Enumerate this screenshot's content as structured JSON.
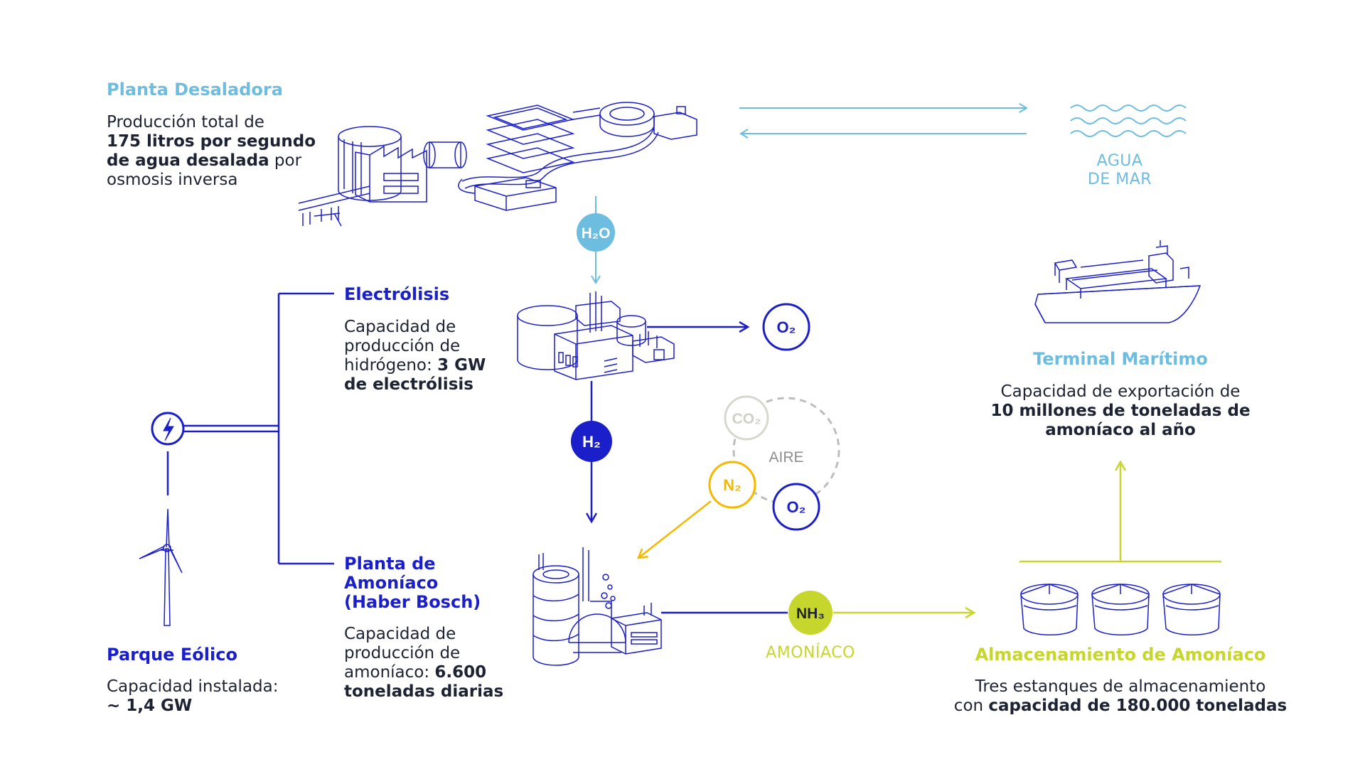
{
  "colors": {
    "light_blue": "#6cbde0",
    "navy": "#1b1fc9",
    "yellow": "#f5b800",
    "lime": "#c7d62c",
    "gray": "#c8c8c8",
    "text": "#1d2333"
  },
  "desalination": {
    "title": "Planta Desaladora",
    "line1": "Producción total de",
    "line2_bold": "175 litros por segundo",
    "line3_bold": "de agua desalada",
    "line3_rest": " por",
    "line4": "osmosis inversa"
  },
  "seawater": {
    "line1": "AGUA",
    "line2": "DE MAR"
  },
  "electrolysis": {
    "title": "Electrólisis",
    "line1": "Capacidad de",
    "line2": "producción de",
    "line3": "hidrógeno: ",
    "line3_bold": "3 GW",
    "line4_bold": "de electrólisis"
  },
  "ammonia_plant": {
    "title1": "Planta de",
    "title2": "Amoníaco",
    "title3": "(Haber Bosch)",
    "line1": "Capacidad de",
    "line2": "producción de",
    "line3": "amoníaco: ",
    "line3_bold": "6.600",
    "line4_bold": "toneladas diarias"
  },
  "wind_farm": {
    "title": "Parque Eólico",
    "line1": "Capacidad instalada:",
    "line2_bold": "~ 1,4 GW"
  },
  "terminal": {
    "title": "Terminal Marítimo",
    "line1": "Capacidad de exportación de",
    "line2_bold": "10 millones de toneladas de",
    "line3_bold": "amoníaco al año"
  },
  "storage": {
    "title": "Almacenamiento de Amoníaco",
    "line1": "Tres estanques de almacenamiento",
    "line2": "con ",
    "line2_bold": "capacidad de 180.000 toneladas"
  },
  "nodes": {
    "h2o": "H₂O",
    "o2_top": "O₂",
    "h2": "H₂",
    "co2": "CO₂",
    "air": "AIRE",
    "n2": "N₂",
    "o2_air": "O₂",
    "nh3": "NH₃"
  },
  "ammonia_label": "AMONÍACO"
}
